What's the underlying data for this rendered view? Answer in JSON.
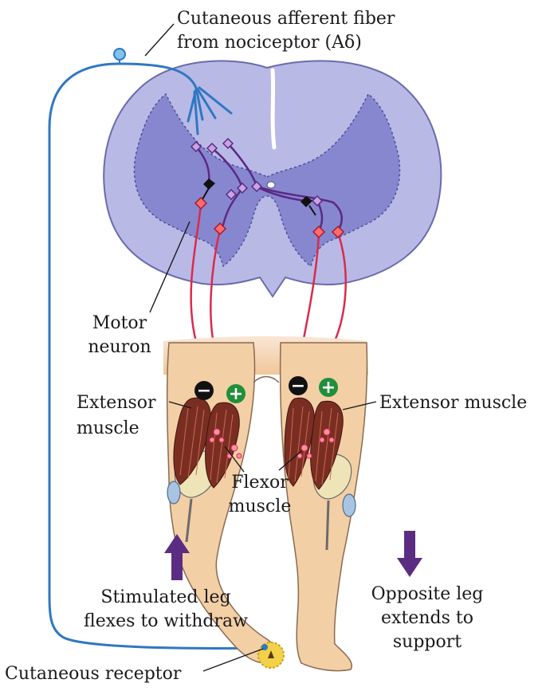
{
  "labels": {
    "afferent_line1": "Cutaneous afferent fiber",
    "afferent_line2": "from nociceptor (Aδ)",
    "motor_line1": "Motor",
    "motor_line2": "neuron",
    "extensor_left_line1": "Extensor",
    "extensor_left_line2": "muscle",
    "extensor_right": "Extensor muscle",
    "flexor_line1": "Flexor",
    "flexor_line2": "muscle",
    "stimulated_line1": "Stimulated leg",
    "stimulated_line2": "flexes to withdraw",
    "opposite_line1": "Opposite leg",
    "opposite_line2": "extends to",
    "opposite_line3": "support",
    "receptor": "Cutaneous receptor"
  },
  "signs": {
    "inhibit": "−",
    "excite": "+"
  },
  "colors": {
    "cord_white_matter": "#b9b9e6",
    "cord_gray_matter": "#8787cf",
    "afferent_fiber": "#2f78c2",
    "motor_axon": "#d92b4d",
    "interneuron": "#5a2a86",
    "muscle": "#7a2e22",
    "skin": "#f3cfa5",
    "arrow": "#5b2d82",
    "excite_sign": "#1f8f3a",
    "inhibit_sign": "#111111"
  }
}
